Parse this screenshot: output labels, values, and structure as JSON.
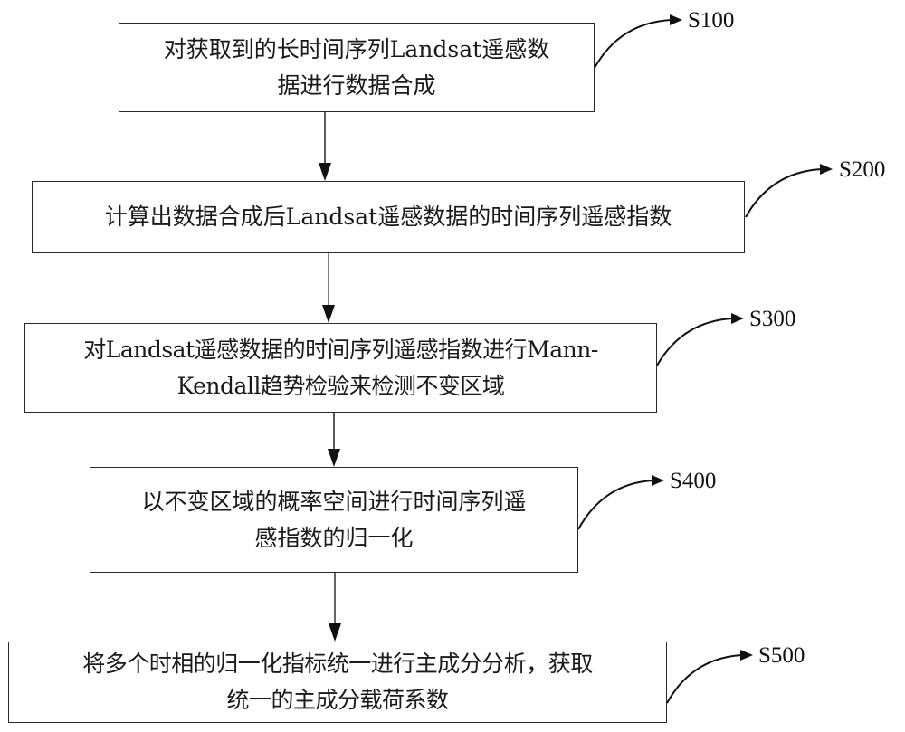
{
  "diagram": {
    "type": "flowchart",
    "steps": [
      {
        "id": "S100",
        "label": "S100",
        "text_lines": [
          "对获取到的长时间序列Landsat遥感数",
          "据进行数据合成"
        ]
      },
      {
        "id": "S200",
        "label": "S200",
        "text_lines": [
          "计算出数据合成后Landsat遥感数据的时间序列遥感指数"
        ]
      },
      {
        "id": "S300",
        "label": "S300",
        "text_lines": [
          "对Landsat遥感数据的时间序列遥感指数进行Mann-",
          "Kendall趋势检验来检测不变区域"
        ]
      },
      {
        "id": "S400",
        "label": "S400",
        "text_lines": [
          "以不变区域的概率空间进行时间序列遥",
          "感指数的归一化"
        ]
      },
      {
        "id": "S500",
        "label": "S500",
        "text_lines": [
          "将多个时相的归一化指标统一进行主成分分析，获取",
          "统一的主成分载荷系数"
        ]
      }
    ],
    "edges": [
      {
        "from": "S100",
        "to": "S200"
      },
      {
        "from": "S200",
        "to": "S300"
      },
      {
        "from": "S300",
        "to": "S400"
      },
      {
        "from": "S400",
        "to": "S500"
      }
    ],
    "colors": {
      "stroke": "#1a1a1a",
      "background": "#ffffff",
      "text": "#1a1a1a"
    }
  }
}
